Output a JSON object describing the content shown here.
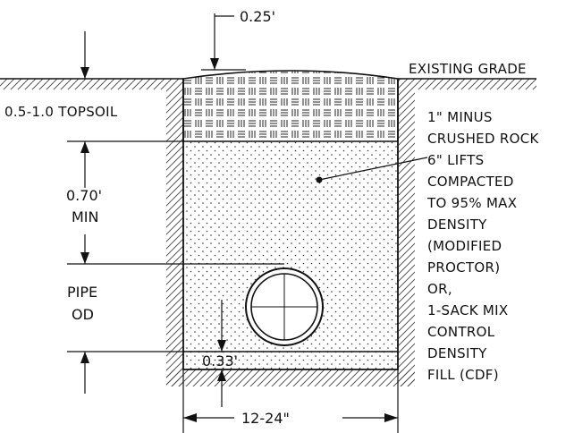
{
  "dimensions": {
    "surface_crown": "0.25'",
    "topsoil": "0.5-1.0 TOPSOIL",
    "cover_value": "0.70'",
    "cover_suffix": "MIN",
    "pipe_line1": "PIPE",
    "pipe_line2": "OD",
    "bedding": "0.33'",
    "trench_width": "12-24\""
  },
  "labels": {
    "existing_grade": "EXISTING GRADE",
    "backfill_note": [
      "1\" MINUS",
      "CRUSHED ROCK",
      "6\" LIFTS",
      "COMPACTED",
      "TO 95% MAX",
      "DENSITY",
      "(MODIFIED",
      "PROCTOR)",
      "OR,",
      "1-SACK MIX",
      "CONTROL",
      "DENSITY",
      "FILL (CDF)"
    ]
  }
}
